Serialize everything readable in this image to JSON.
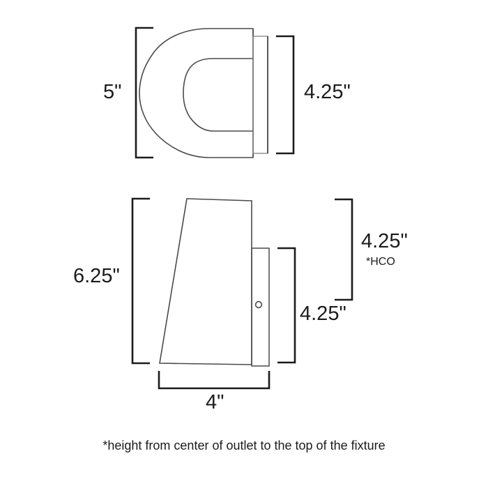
{
  "drawing": {
    "title": "Wall sconce fixture dimension drawing",
    "units": "inches",
    "line_color": "#4a4a4a",
    "bracket_color": "#1b1b1b",
    "background": "#ffffff",
    "text_color": "#1b1b1b"
  },
  "top_view": {
    "name": "top-view",
    "dimensions": {
      "height_left": {
        "label": "5\"",
        "value": 5,
        "unit": "in",
        "position": "left"
      },
      "width_right": {
        "label": "4.25\"",
        "value": 4.25,
        "unit": "in",
        "position": "right"
      }
    }
  },
  "side_view": {
    "name": "side-view",
    "dimensions": {
      "height_left": {
        "label": "6.25\"",
        "value": 6.25,
        "unit": "in",
        "position": "left"
      },
      "height_outer_right": {
        "label": "4.25\"",
        "value": 4.25,
        "unit": "in",
        "note": "*HCO",
        "position": "right-outer"
      },
      "height_inner_right": {
        "label": "4.25\"",
        "value": 4.25,
        "unit": "in",
        "position": "right-inner"
      },
      "width_bottom": {
        "label": "4\"",
        "value": 4,
        "unit": "in",
        "position": "bottom"
      }
    }
  },
  "footnote": {
    "text": "*height from center of outlet to the top of the fixture"
  }
}
